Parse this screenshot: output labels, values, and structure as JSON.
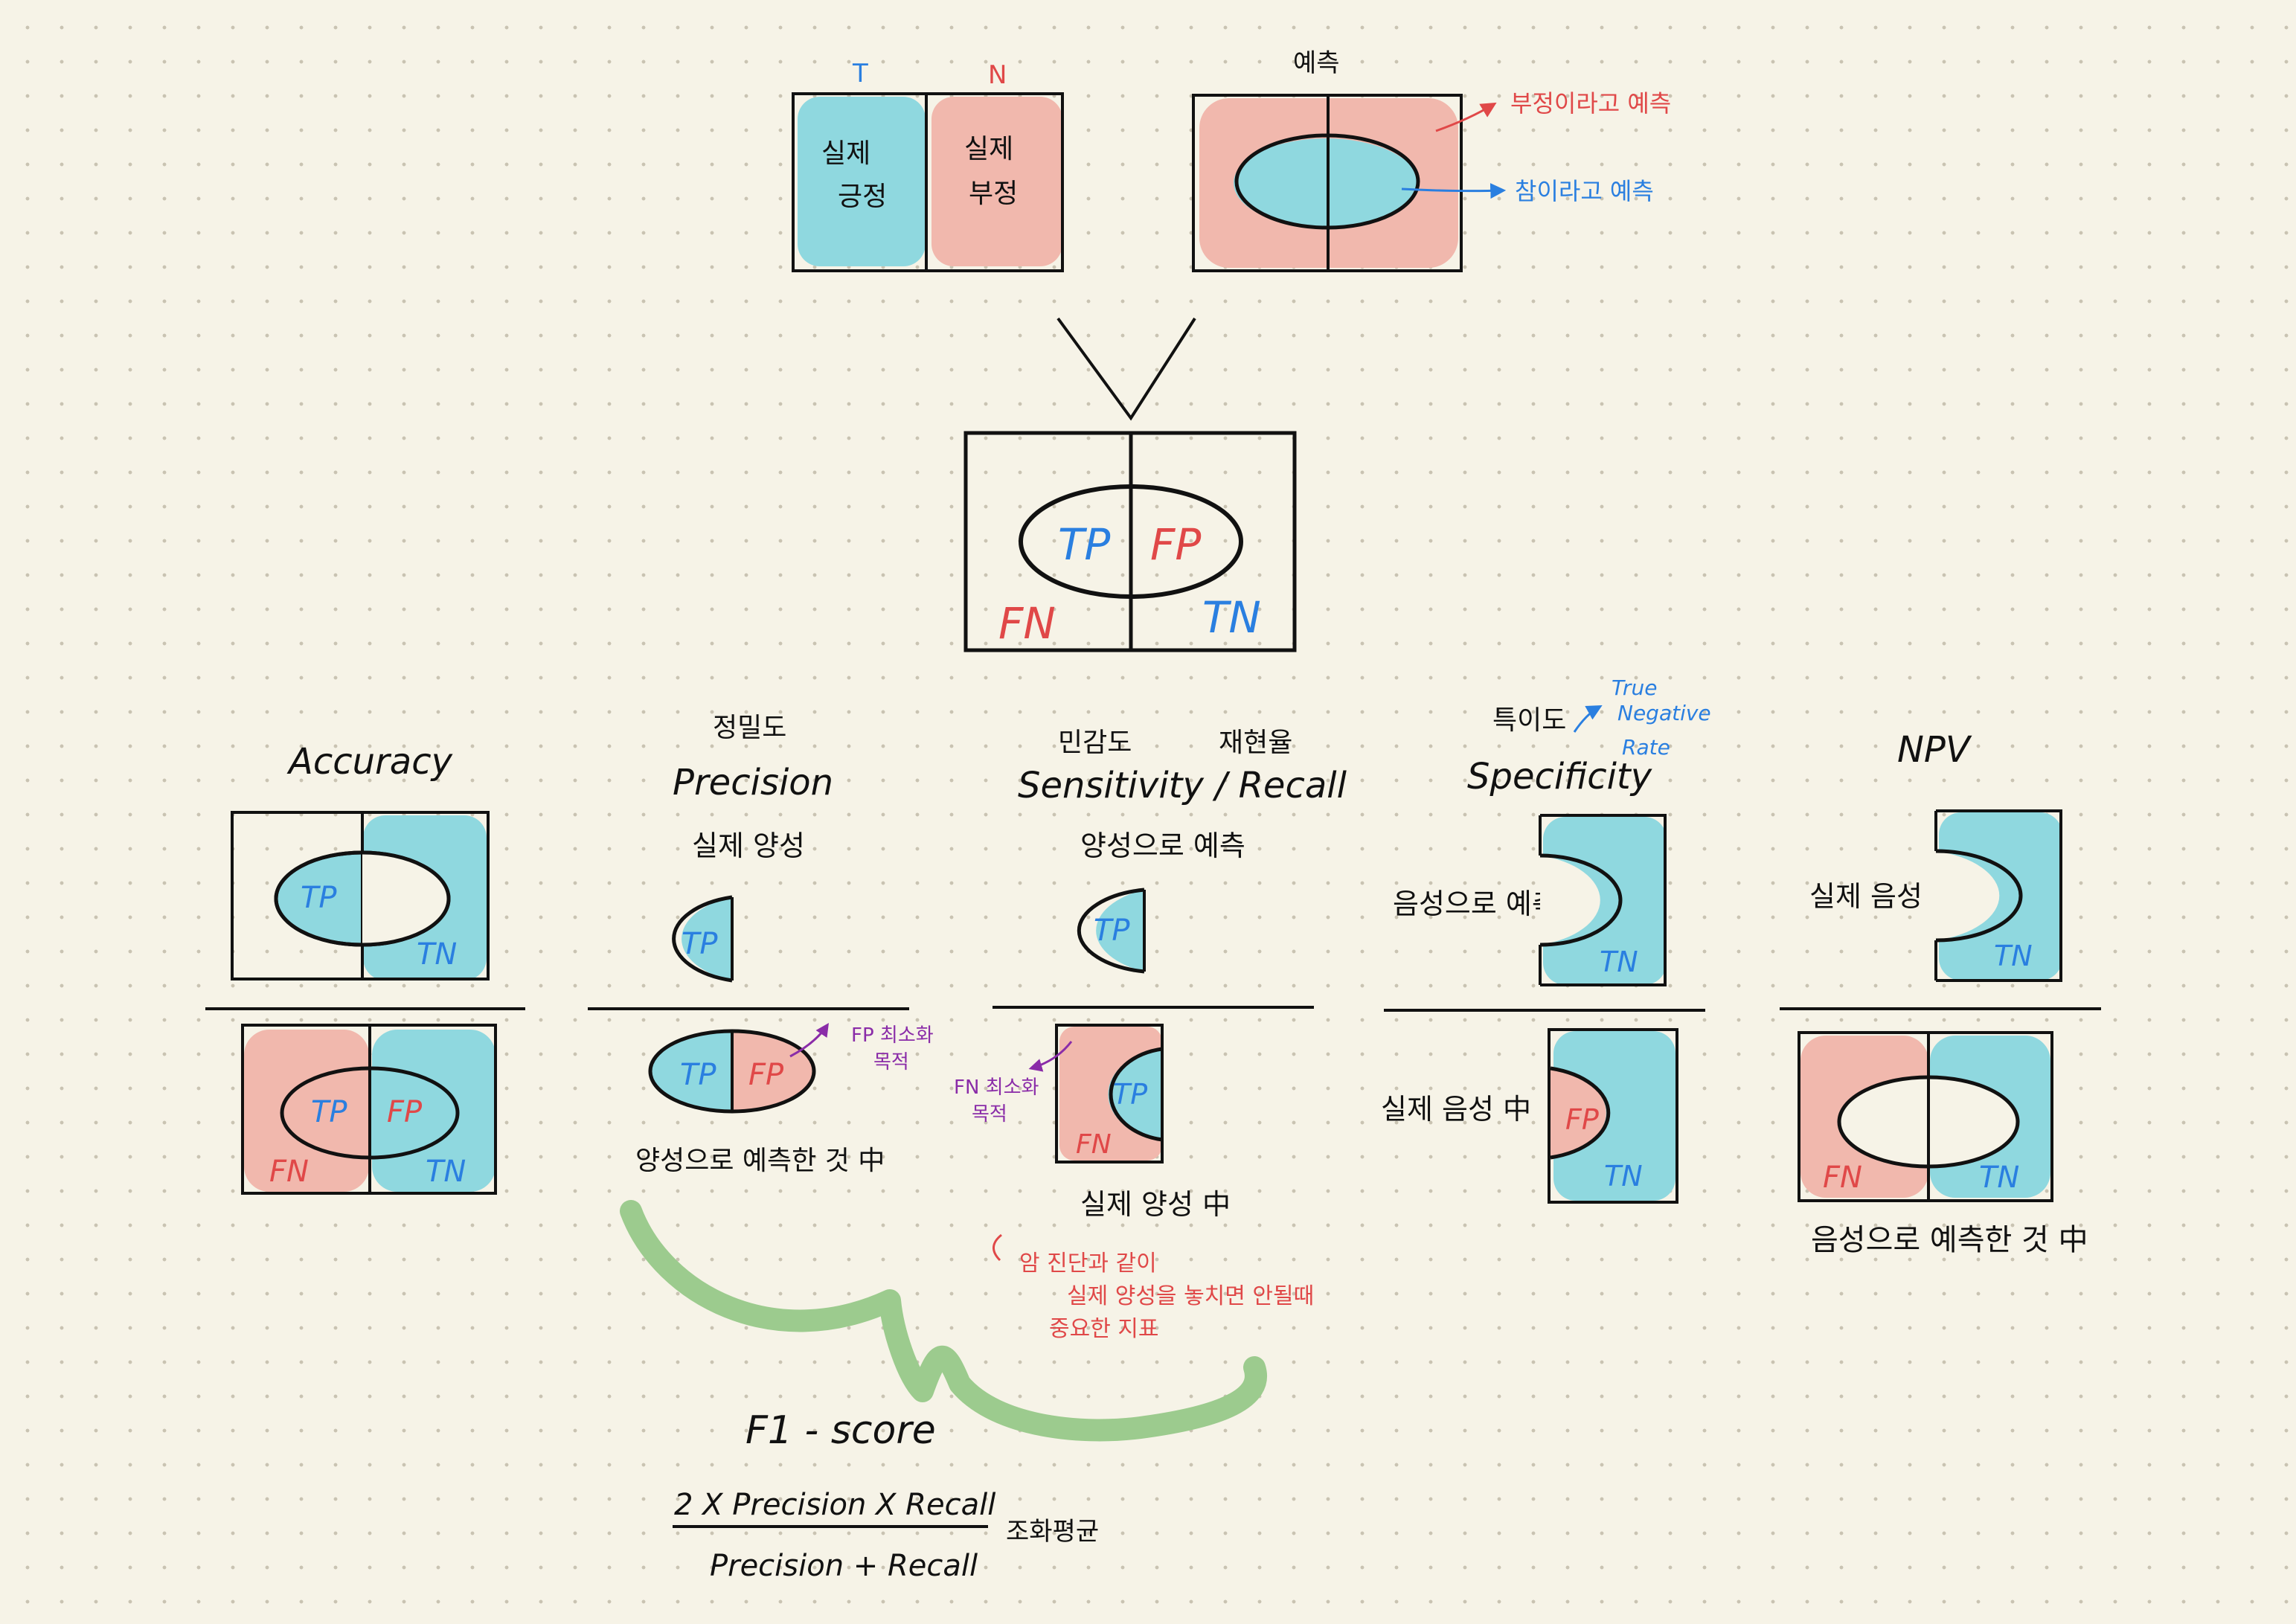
{
  "colors": {
    "blue": "#8fd8df",
    "pink": "#f1b8ad",
    "green": "#9ccb8e",
    "blue_ink": "#2a7fe0",
    "red_ink": "#e04848",
    "purple_ink": "#8a2ca8",
    "black_ink": "#111111"
  },
  "top": {
    "actual": {
      "label_t": "T",
      "label_n": "N",
      "positive": [
        "실제",
        "긍정"
      ],
      "negative": [
        "실제",
        "부정"
      ]
    },
    "predicted": {
      "title": "예측",
      "note_negative": "부정이라고 예측",
      "note_positive": "참이라고 예측"
    },
    "matrix": {
      "tp": "TP",
      "fp": "FP",
      "fn": "FN",
      "tn": "TN"
    }
  },
  "metrics": {
    "accuracy": {
      "title": "Accuracy",
      "num": {
        "tp": "TP",
        "tn": "TN"
      },
      "den": {
        "tp": "TP",
        "fp": "FP",
        "fn": "FN",
        "tn": "TN"
      }
    },
    "precision": {
      "korean": "정밀도",
      "title": "Precision",
      "top_note": "실제 양성",
      "num_label": "TP",
      "den_tp": "TP",
      "den_fp": "FP",
      "fp_note": [
        "FP 최소화",
        "목적"
      ],
      "bottom_note": "양성으로 예측한 것 中"
    },
    "recall": {
      "korean_1": "민감도",
      "korean_2": "재현율",
      "title": "Sensitivity / Recall",
      "top_note": "양성으로 예측",
      "num_label": "TP",
      "den_tp": "TP",
      "den_fn": "FN",
      "fn_note": [
        "FN 최소화",
        "목적"
      ],
      "bottom_note": "실제 양성 中",
      "red_note": [
        "암 진단과 같이",
        "실제 양성을 놓치면 안될때",
        "중요한 지표"
      ]
    },
    "specificity": {
      "korean": "특이도",
      "title": "Specificity",
      "tnr": [
        "True",
        "Negative",
        "Rate"
      ],
      "top_note": "음성으로 예측",
      "num_label": "TN",
      "den_fp": "FP",
      "den_tn": "TN",
      "bottom_note": "실제 음성 中"
    },
    "npv": {
      "title": "NPV",
      "top_note": "실제 음성",
      "num_label": "TN",
      "den_fn": "FN",
      "den_tn": "TN",
      "bottom_note": "음성으로 예측한 것 中"
    },
    "f1": {
      "title": "F1 - score",
      "numerator": "2 X Precision X Recall",
      "denominator": "Precision + Recall",
      "note": "조화평균"
    }
  }
}
